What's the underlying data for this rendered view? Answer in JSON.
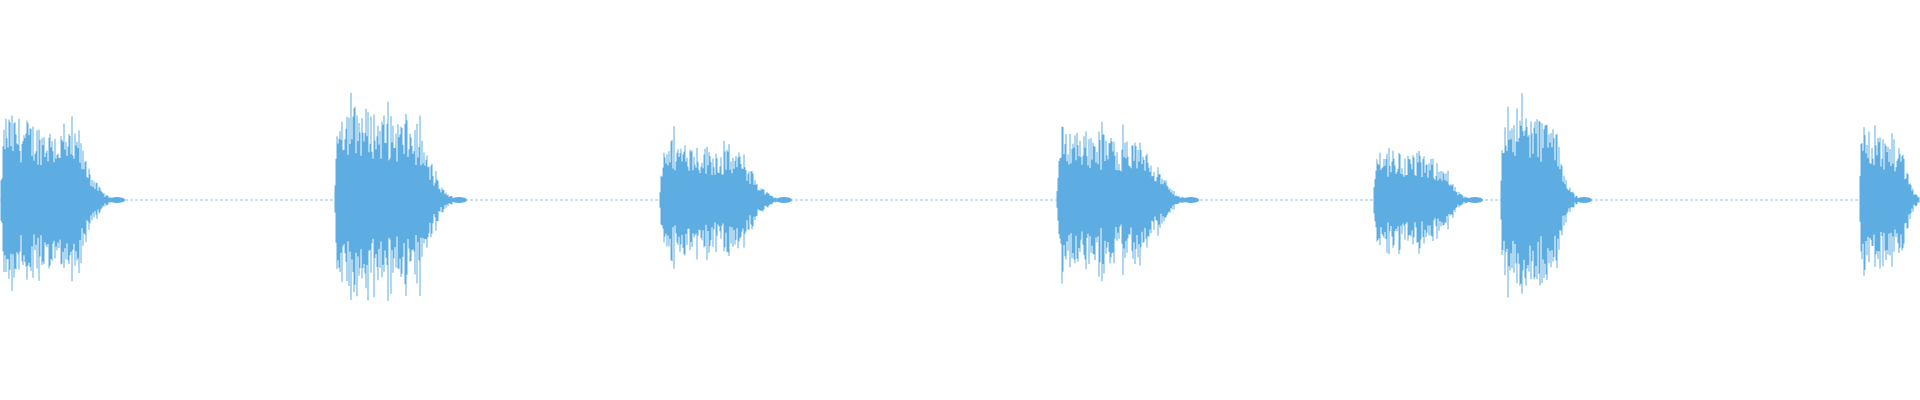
{
  "waveform": {
    "color": "#5dade2",
    "background": "#ffffff",
    "duration_fraction_bursts": [
      {
        "start": 0.0,
        "end": 0.058,
        "peak": 0.44,
        "decay": 0.6
      },
      {
        "start": 0.174,
        "end": 0.236,
        "peak": 0.51,
        "decay": 0.5
      },
      {
        "start": 0.343,
        "end": 0.405,
        "peak": 0.32,
        "decay": 0.5
      },
      {
        "start": 0.55,
        "end": 0.617,
        "peak": 0.38,
        "decay": 0.6
      },
      {
        "start": 0.715,
        "end": 0.765,
        "peak": 0.27,
        "decay": 0.6
      },
      {
        "start": 0.781,
        "end": 0.822,
        "peak": 0.51,
        "decay": 0.5
      },
      {
        "start": 0.968,
        "end": 1.0,
        "peak": 0.38,
        "decay": 0.5
      }
    ]
  }
}
